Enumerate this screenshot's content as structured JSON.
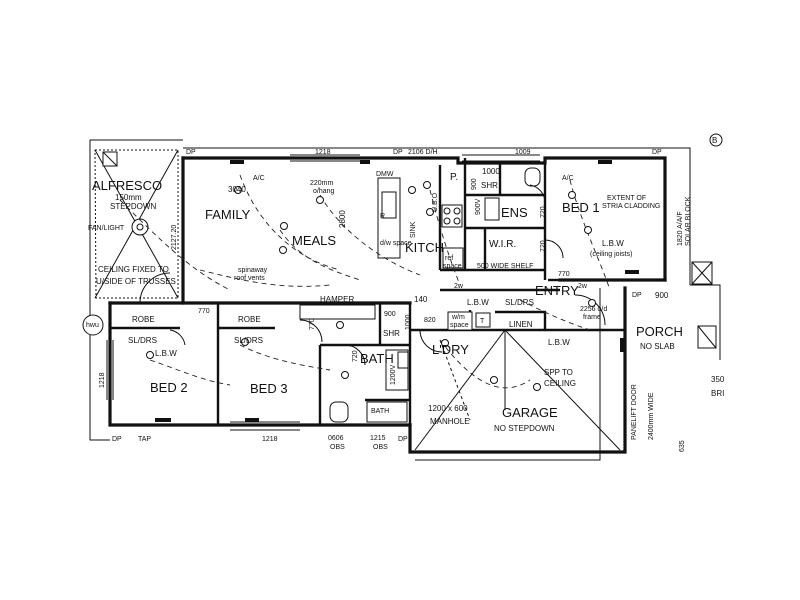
{
  "rooms": {
    "alfresco": "ALFRESCO",
    "alfresco_note1": "150mm",
    "alfresco_note2": "STEPDOWN",
    "family": "FAMILY",
    "meals": "MEALS",
    "kitch": "KITCH",
    "ens": "ENS",
    "bed1": "BED 1",
    "wir": "W.I.R.",
    "entry": "ENTRY",
    "porch": "PORCH",
    "porch_note": "NO SLAB",
    "bed2": "BED 2",
    "bed3": "BED 3",
    "bath": "BATH",
    "ldry": "L'DRY",
    "garage": "GARAGE",
    "garage_note": "NO STEPDOWN",
    "linen": "LINEN",
    "hamper": "HAMPER"
  },
  "labels": {
    "dp_top_left": "DP",
    "dp_top_mid": "DP",
    "dp_top_right": "DP",
    "dim_1218_top": "1218",
    "dim_2106": "2106 D/H",
    "dim_1009": "1009",
    "ac_family": "A/C",
    "ac_bed1": "A/C",
    "dim_3040": "3040",
    "dim_220mm": "220mm",
    "dim_ohang": "o/hang",
    "dim_2800": "2800",
    "dmw": "DMW",
    "sink": "SINK",
    "uo": "U.B.O",
    "r_label": "R",
    "dw_space": "d/w space",
    "pantry": "P.",
    "dim_1000": "1000",
    "shr_ens": "SHR",
    "dim_900_ens": "900",
    "dim_900v": "900V",
    "dim_720_ens": "720",
    "extent1": "EXTENT OF",
    "extent2": "STRIA CLADDING",
    "dim_1820": "1820 A/A/F",
    "solar_block": "SOLAR BLOCK",
    "lbw_bed1": "L.B.W",
    "ceiling_joists": "(ceiling joists)",
    "dim_720_wir": "720",
    "fridge1": "ref",
    "fridge2": "space",
    "shelf": "500 WIDE SHELF",
    "dim_770": "770",
    "dim_2w_entry": "2w",
    "dim_2w_kitch": "2w",
    "dim_900_porch": "900",
    "dp_porch": "DP",
    "dim_2256": "2256 o/d",
    "frame": "frame",
    "fan_light": "FAN/LIGHT",
    "dim_2127": "2127.20",
    "ceiling1": "CEILING FIXED TO",
    "ceiling2": "U/SIDE OF TRUSSES",
    "spinaway1": "spinaway",
    "spinaway2": "roof vents",
    "dim_770_bed2": "770",
    "robe1": "ROBE",
    "robe2": "ROBE",
    "sldrs1": "SL/DRS",
    "sldrs2": "SL/DRS",
    "lbw_bed2": "L.B.W",
    "dim_1218_left": "1218",
    "hwu": "hwu",
    "dim_770_hall": "770",
    "dim_900_bath": "900",
    "shr_bath": "SHR",
    "dim_1000_bath": "1000",
    "dim_720_bath": "720",
    "dim_1200v": "1200V",
    "bath_tub": "BATH",
    "dim_140": "140",
    "dim_820": "820",
    "lbw_entry": "L.B.W",
    "sldrs_entry": "SL/DRS",
    "wm1": "w/m",
    "wm2": "space",
    "t_label": "T",
    "lbw_garage": "L.B.W",
    "spp1": "SPP TO",
    "spp2": "CEILING",
    "manhole1": "1200 x 600",
    "manhole2": "MANHOLE",
    "panelift": "PANELIFT DOOR",
    "dim_2400": "2400mm WIDE",
    "dim_350": "350",
    "bri": "BRI",
    "dim_635": "635",
    "dp_bottom_left": "DP",
    "tap": "TAP",
    "dim_1218_bottom": "1218",
    "dim_0606": "0606",
    "obs1": "OBS",
    "dim_1215": "1215",
    "obs2": "OBS",
    "dp_bottom_mid": "DP",
    "b_marker": "B"
  }
}
